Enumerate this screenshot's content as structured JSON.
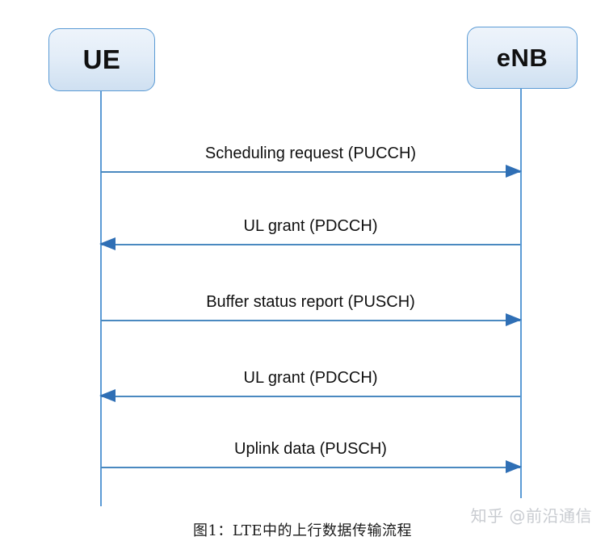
{
  "diagram": {
    "type": "sequence-diagram",
    "participants": [
      {
        "id": "ue",
        "label": "UE"
      },
      {
        "id": "enb",
        "label": "eNB"
      }
    ],
    "messages": [
      {
        "label": "Scheduling request (PUCCH)",
        "direction": "right",
        "from": "UE",
        "to": "eNB"
      },
      {
        "label": "UL grant (PDCCH)",
        "direction": "left",
        "from": "eNB",
        "to": "UE"
      },
      {
        "label": "Buffer status report (PUSCH)",
        "direction": "right",
        "from": "UE",
        "to": "eNB"
      },
      {
        "label": "UL grant (PDCCH)",
        "direction": "left",
        "from": "eNB",
        "to": "UE"
      },
      {
        "label": "Uplink data (PUSCH)",
        "direction": "right",
        "from": "UE",
        "to": "eNB"
      }
    ],
    "caption": "图1：LTE中的上行数据传输流程",
    "watermark": "知乎 @前沿通信",
    "colors": {
      "box_border": "#5b9bd5",
      "box_fill_top": "#eef4fb",
      "box_fill_bottom": "#cfe0f1",
      "lifeline": "#5b9bd5",
      "message_line": "#4a89c0",
      "arrowhead": "#2f6fb5",
      "text": "#101010",
      "watermark": "#c9ccd1",
      "background": "#ffffff"
    }
  }
}
